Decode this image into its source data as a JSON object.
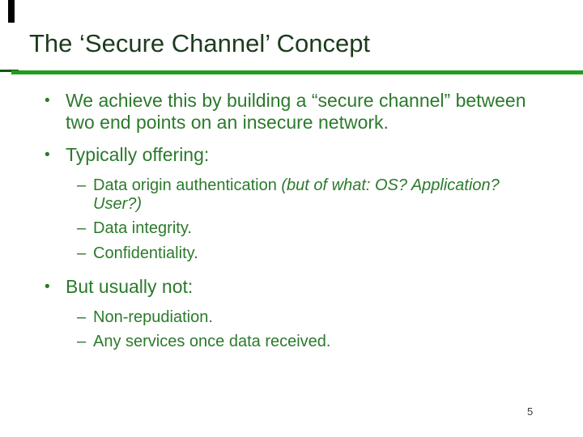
{
  "slide": {
    "title": "The ‘Secure Channel’ Concept",
    "page_number": "5",
    "colors": {
      "title_green": "#1d3b1d",
      "body_green": "#2b7a2b",
      "rule_green": "#1f9e1f",
      "rule_dark_green": "#0e5a0e",
      "corner_bar_black": "#000000",
      "page_number_gray": "#3d3d3d"
    },
    "bullets": [
      {
        "level": 1,
        "glyph": "•",
        "lines": [
          "We achieve this by building a “secure channel” between",
          "two end points on an insecure network."
        ]
      },
      {
        "level": 1,
        "glyph": "•",
        "lines": [
          "Typically offering:"
        ]
      },
      {
        "level": 2,
        "glyph": "–",
        "normal_part": "Data origin authentication ",
        "italic_part": "(but of what: OS? Application?",
        "italic_line2": "User?)"
      },
      {
        "level": 2,
        "glyph": "–",
        "lines": [
          "Data integrity."
        ]
      },
      {
        "level": 2,
        "glyph": "–",
        "lines": [
          "Confidentiality."
        ]
      },
      {
        "level": 1,
        "glyph": "•",
        "lines": [
          "But usually not:"
        ]
      },
      {
        "level": 2,
        "glyph": "–",
        "lines": [
          "Non-repudiation."
        ]
      },
      {
        "level": 2,
        "glyph": "–",
        "lines": [
          "Any services once data received."
        ]
      }
    ]
  }
}
